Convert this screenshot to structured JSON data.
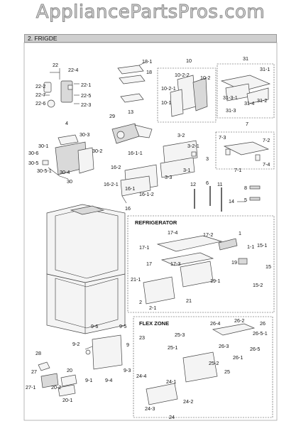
{
  "watermark": "AppliancePartsPros.com",
  "header": {
    "title": "2. FRIGDE"
  },
  "sections": {
    "refrigerator": "REFRIGERATOR",
    "flex_zone": "FLEX ZONE"
  },
  "labels": [
    {
      "id": "22",
      "text": "22"
    },
    {
      "id": "22-4",
      "text": "22-4"
    },
    {
      "id": "22-2",
      "text": "22-2"
    },
    {
      "id": "22-1",
      "text": "22-1"
    },
    {
      "id": "22-7",
      "text": "22-7"
    },
    {
      "id": "22-5",
      "text": "22-5"
    },
    {
      "id": "22-6",
      "text": "22-6"
    },
    {
      "id": "22-3",
      "text": "22-3"
    },
    {
      "id": "18-1",
      "text": "18-1"
    },
    {
      "id": "18",
      "text": "18"
    },
    {
      "id": "13",
      "text": "13"
    },
    {
      "id": "10",
      "text": "10"
    },
    {
      "id": "10-2-2",
      "text": "10-2-2"
    },
    {
      "id": "10-2",
      "text": "10-2"
    },
    {
      "id": "10-2-1",
      "text": "10-2-1"
    },
    {
      "id": "10-1",
      "text": "10-1"
    },
    {
      "id": "31",
      "text": "31"
    },
    {
      "id": "31-1",
      "text": "31-1"
    },
    {
      "id": "31-3-1",
      "text": "31-3-1"
    },
    {
      "id": "31-4",
      "text": "31-4"
    },
    {
      "id": "31-2",
      "text": "31-2"
    },
    {
      "id": "31-3",
      "text": "31-3"
    },
    {
      "id": "4",
      "text": "4"
    },
    {
      "id": "30-3",
      "text": "30-3"
    },
    {
      "id": "30-1",
      "text": "30-1"
    },
    {
      "id": "30-6",
      "text": "30-6"
    },
    {
      "id": "30-2",
      "text": "30-2"
    },
    {
      "id": "30-5",
      "text": "30-5"
    },
    {
      "id": "30-5-1",
      "text": "30-5-1"
    },
    {
      "id": "30-4",
      "text": "30-4"
    },
    {
      "id": "30",
      "text": "30"
    },
    {
      "id": "29",
      "text": "29"
    },
    {
      "id": "3-2",
      "text": "3-2"
    },
    {
      "id": "3-2-1",
      "text": "3-2-1"
    },
    {
      "id": "3",
      "text": "3"
    },
    {
      "id": "3-1",
      "text": "3-1"
    },
    {
      "id": "3-3",
      "text": "3-3"
    },
    {
      "id": "16-1-1",
      "text": "16-1-1"
    },
    {
      "id": "16-2",
      "text": "16-2"
    },
    {
      "id": "16-2-1",
      "text": "16-2-1"
    },
    {
      "id": "16-1",
      "text": "16-1"
    },
    {
      "id": "16-1-2",
      "text": "16-1-2"
    },
    {
      "id": "7",
      "text": "7"
    },
    {
      "id": "7-3",
      "text": "7-3"
    },
    {
      "id": "7-2",
      "text": "7-2"
    },
    {
      "id": "7-4",
      "text": "7-4"
    },
    {
      "id": "7-1",
      "text": "7-1"
    },
    {
      "id": "12",
      "text": "12"
    },
    {
      "id": "6",
      "text": "6"
    },
    {
      "id": "11",
      "text": "11"
    },
    {
      "id": "8",
      "text": "8"
    },
    {
      "id": "14",
      "text": "14"
    },
    {
      "id": "5",
      "text": "5"
    },
    {
      "id": "16",
      "text": "16"
    },
    {
      "id": "17-4",
      "text": "17-4"
    },
    {
      "id": "17-2",
      "text": "17-2"
    },
    {
      "id": "1",
      "text": "1"
    },
    {
      "id": "17-1",
      "text": "17-1"
    },
    {
      "id": "1-1",
      "text": "1-1"
    },
    {
      "id": "17",
      "text": "17"
    },
    {
      "id": "17-3",
      "text": "17-3"
    },
    {
      "id": "15-1",
      "text": "15-1"
    },
    {
      "id": "15",
      "text": "15"
    },
    {
      "id": "19",
      "text": "19"
    },
    {
      "id": "21-1",
      "text": "21-1"
    },
    {
      "id": "19-1",
      "text": "19-1"
    },
    {
      "id": "15-2",
      "text": "15-2"
    },
    {
      "id": "2",
      "text": "2"
    },
    {
      "id": "2-1",
      "text": "2-1"
    },
    {
      "id": "21",
      "text": "21"
    },
    {
      "id": "9-6",
      "text": "9-6"
    },
    {
      "id": "9-5",
      "text": "9-5"
    },
    {
      "id": "23",
      "text": "23"
    },
    {
      "id": "9",
      "text": "9"
    },
    {
      "id": "9-2",
      "text": "9-2"
    },
    {
      "id": "26-4",
      "text": "26-4"
    },
    {
      "id": "26-2",
      "text": "26-2"
    },
    {
      "id": "26",
      "text": "26"
    },
    {
      "id": "25-3",
      "text": "25-3"
    },
    {
      "id": "26-5-1",
      "text": "26-5-1"
    },
    {
      "id": "26-3",
      "text": "26-3"
    },
    {
      "id": "26-5",
      "text": "26-5"
    },
    {
      "id": "25-1",
      "text": "25-1"
    },
    {
      "id": "26-1",
      "text": "26-1"
    },
    {
      "id": "28",
      "text": "28"
    },
    {
      "id": "27",
      "text": "27"
    },
    {
      "id": "27-1",
      "text": "27-1"
    },
    {
      "id": "20",
      "text": "20"
    },
    {
      "id": "20-2",
      "text": "20-2"
    },
    {
      "id": "20-1",
      "text": "20-1"
    },
    {
      "id": "9-1",
      "text": "9-1"
    },
    {
      "id": "9-4",
      "text": "9-4"
    },
    {
      "id": "9-3",
      "text": "9-3"
    },
    {
      "id": "24-4",
      "text": "24-4"
    },
    {
      "id": "24-1",
      "text": "24-1"
    },
    {
      "id": "25-2",
      "text": "25-2"
    },
    {
      "id": "25",
      "text": "25"
    },
    {
      "id": "24-2",
      "text": "24-2"
    },
    {
      "id": "24-3",
      "text": "24-3"
    },
    {
      "id": "24",
      "text": "24"
    }
  ]
}
